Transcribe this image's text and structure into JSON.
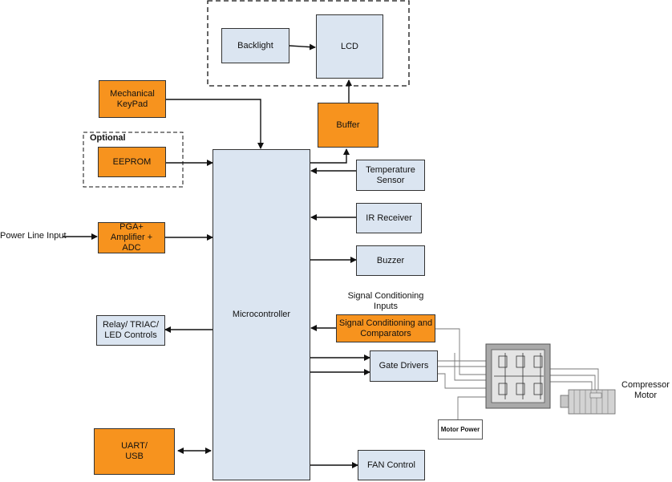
{
  "blocks": {
    "backlight": "Backlight",
    "lcd": "LCD",
    "keypad": "Mechanical\nKeyPad",
    "buffer": "Buffer",
    "eeprom": "EEPROM",
    "temp_sensor": "Temperature\nSensor",
    "ir_receiver": "IR Receiver",
    "pga": "PGA+\nAmplifier +\nADC",
    "buzzer": "Buzzer",
    "microcontroller": "Microcontroller",
    "relay": "Relay/ TRIAC/\nLED Controls",
    "signal_cond": "Signal Conditioning and\nComparators",
    "gate_drivers": "Gate Drivers",
    "uart": "UART/\nUSB",
    "fan": "FAN Control",
    "motor_power": "Motor Power"
  },
  "labels": {
    "optional": "Optional",
    "power_line_input": "Power Line Input",
    "signal_inputs": "Signal Conditioning\nInputs",
    "compressor_motor": "Compressor\nMotor"
  },
  "colors": {
    "block_blue": "#dbe5f1",
    "block_orange": "#f7931e",
    "line": "#111111"
  }
}
